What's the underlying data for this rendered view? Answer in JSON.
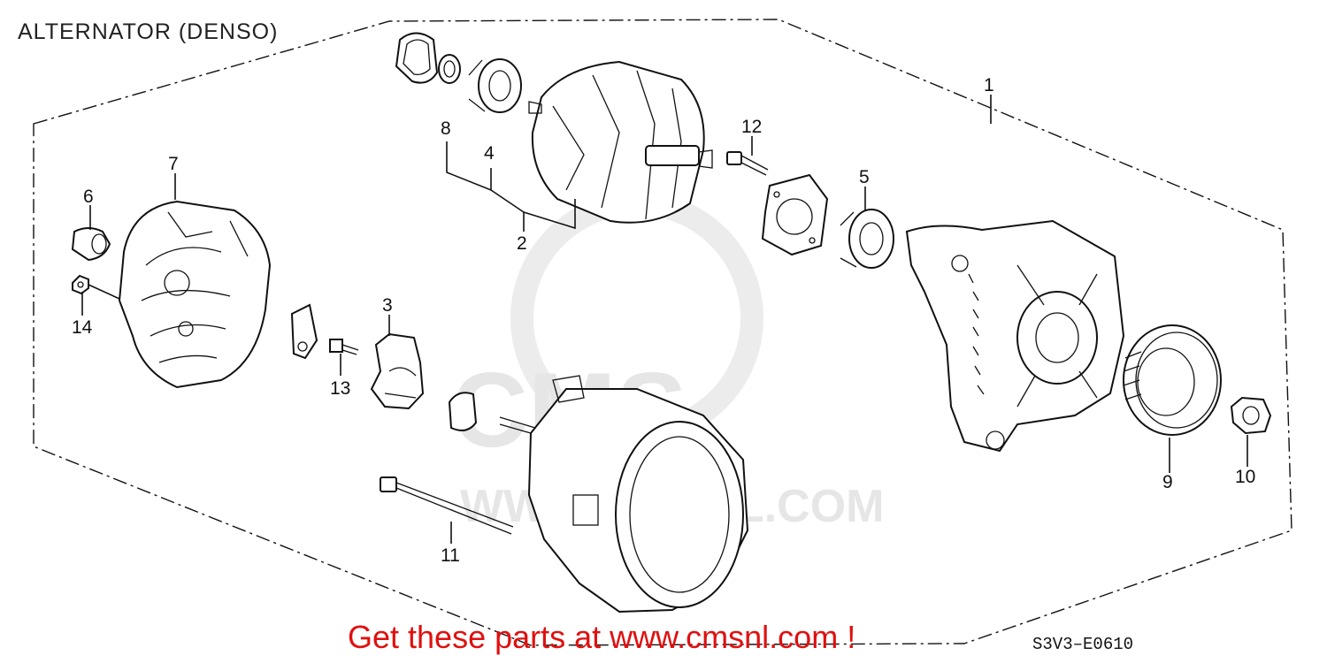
{
  "title": "ALTERNATOR (DENSO)",
  "promo": "Get these parts at www.cmsnl.com !",
  "diagram_code": "S3V3–E0610",
  "watermark": {
    "main": "CMS",
    "sub": "WWW.CMSNL.COM"
  },
  "callouts": [
    "1",
    "2",
    "3",
    "4",
    "5",
    "6",
    "7",
    "8",
    "9",
    "10",
    "11",
    "12",
    "13",
    "14"
  ],
  "colors": {
    "promo": "#e01010",
    "line": "#111111",
    "watermark": "#e6e6e6"
  }
}
